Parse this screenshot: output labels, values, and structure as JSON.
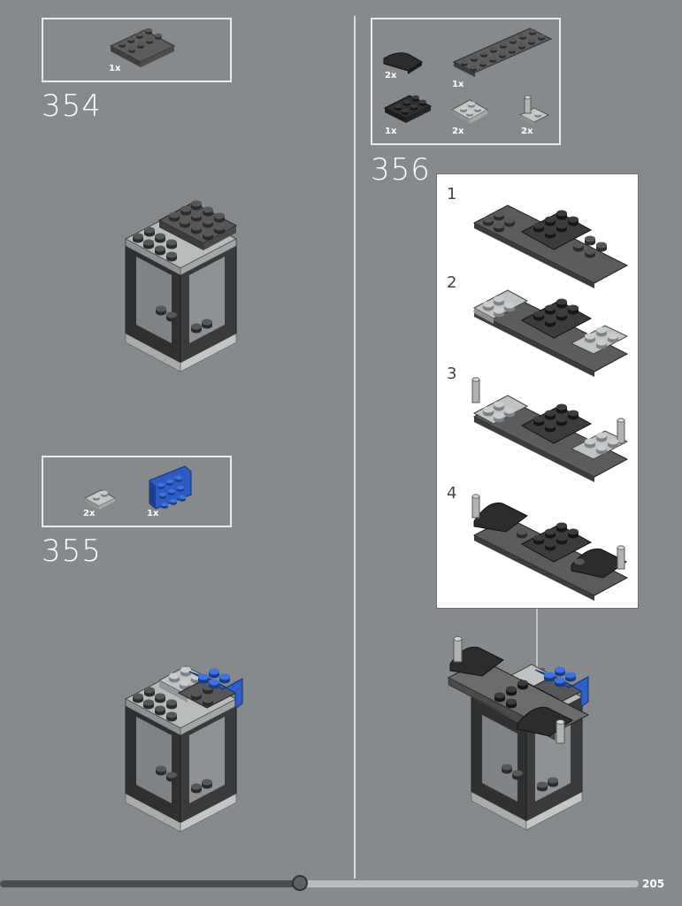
{
  "page": {
    "number": "205",
    "progress": 0.47
  },
  "steps": [
    {
      "number": "354",
      "parts": [
        {
          "qty": "1x",
          "icon": "dark-gray-plate-2x4"
        }
      ]
    },
    {
      "number": "355",
      "parts": [
        {
          "qty": "2x",
          "icon": "light-gray-plate-1x2"
        },
        {
          "qty": "1x",
          "icon": "blue-bracket-plate"
        }
      ]
    },
    {
      "number": "356",
      "parts": [
        {
          "qty": "2x",
          "icon": "black-curved-slope"
        },
        {
          "qty": "1x",
          "icon": "dark-gray-plate-2x8"
        },
        {
          "qty": "1x",
          "icon": "black-plate-2x3"
        },
        {
          "qty": "2x",
          "icon": "light-gray-plate-2x2"
        },
        {
          "qty": "2x",
          "icon": "light-gray-bar-holder"
        }
      ],
      "substeps": [
        "1",
        "2",
        "3",
        "4"
      ]
    }
  ],
  "colors": {
    "background": "#868a8c",
    "dark_gray": "#4a4c4e",
    "light_gray": "#bcbfc0",
    "black": "#2b2c2d",
    "blue": "#2f5fc4"
  }
}
